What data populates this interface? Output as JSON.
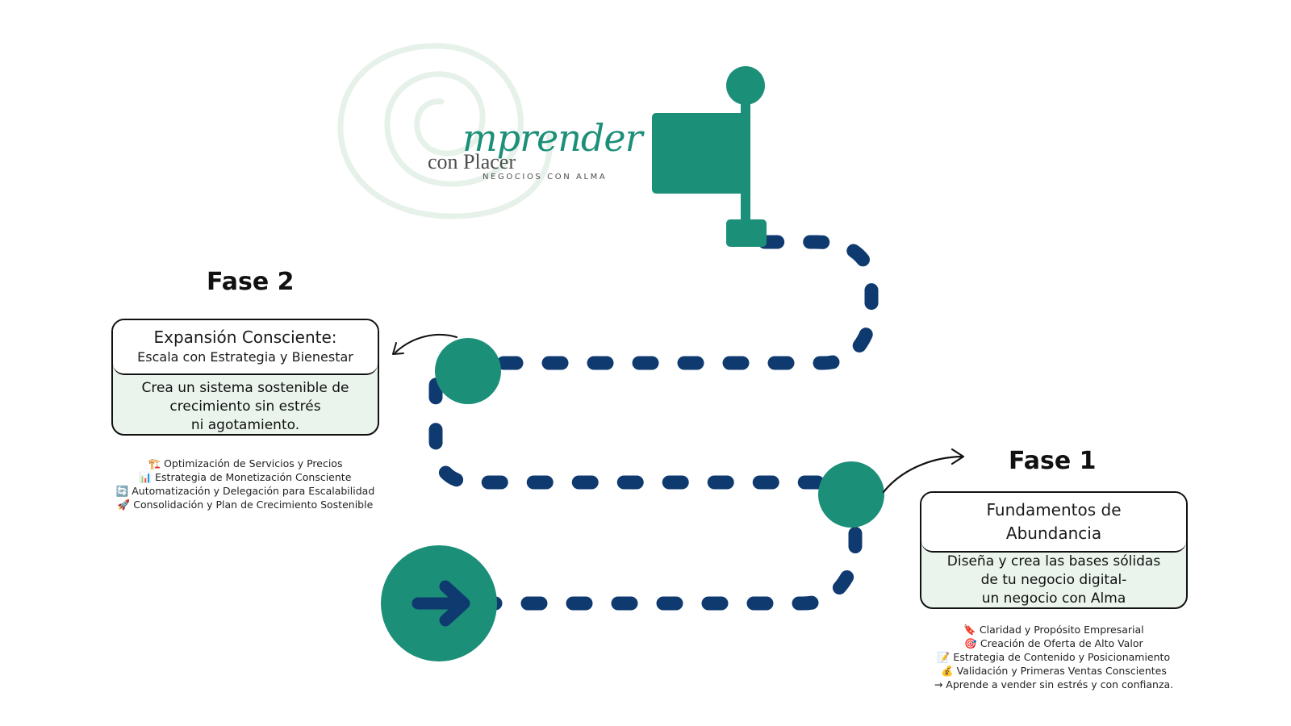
{
  "colors": {
    "green": "#1c8f78",
    "navy": "#0f3a70",
    "logo_swirl": "#e6f1ea",
    "card_bg": "#eaf4ec"
  },
  "logo": {
    "script_text": "mprender",
    "con_text": "con Placer",
    "tagline": "NEGOCIOS CON ALMA"
  },
  "phase2": {
    "title": "Fase 2",
    "card_head_line1": "Expansión Consciente:",
    "card_head_line2": "Escala con Estrategia y Bienestar",
    "card_body_lines": [
      "Crea un sistema sostenible de",
      "crecimiento sin estrés",
      "ni agotamiento."
    ],
    "items": [
      "🏗️ Optimización de Servicios y Precios",
      "📊 Estrategia de Monetización Consciente",
      "🔄 Automatización y Delegación para Escalabilidad",
      "🚀 Consolidación y Plan de Crecimiento Sostenible"
    ]
  },
  "phase1": {
    "title": "Fase 1",
    "card_head_lines": [
      "Fundamentos de",
      "Abundancia"
    ],
    "card_body_lines": [
      "Diseña y crea las bases sólidas",
      "de tu negocio digital-",
      "un negocio con Alma"
    ],
    "items": [
      "🔖 Claridad y Propósito Empresarial",
      "🎯 Creación de Oferta de Alto Valor",
      "📝 Estrategia de Contenido y Posicionamiento",
      "💰 Validación y Primeras Ventas Conscientes",
      "→ Aprende a vender sin estrés y con confianza."
    ]
  },
  "icons": [
    "spiral-logo-icon",
    "flag-icon",
    "arrow-right-icon",
    "curved-arrow-icon"
  ]
}
